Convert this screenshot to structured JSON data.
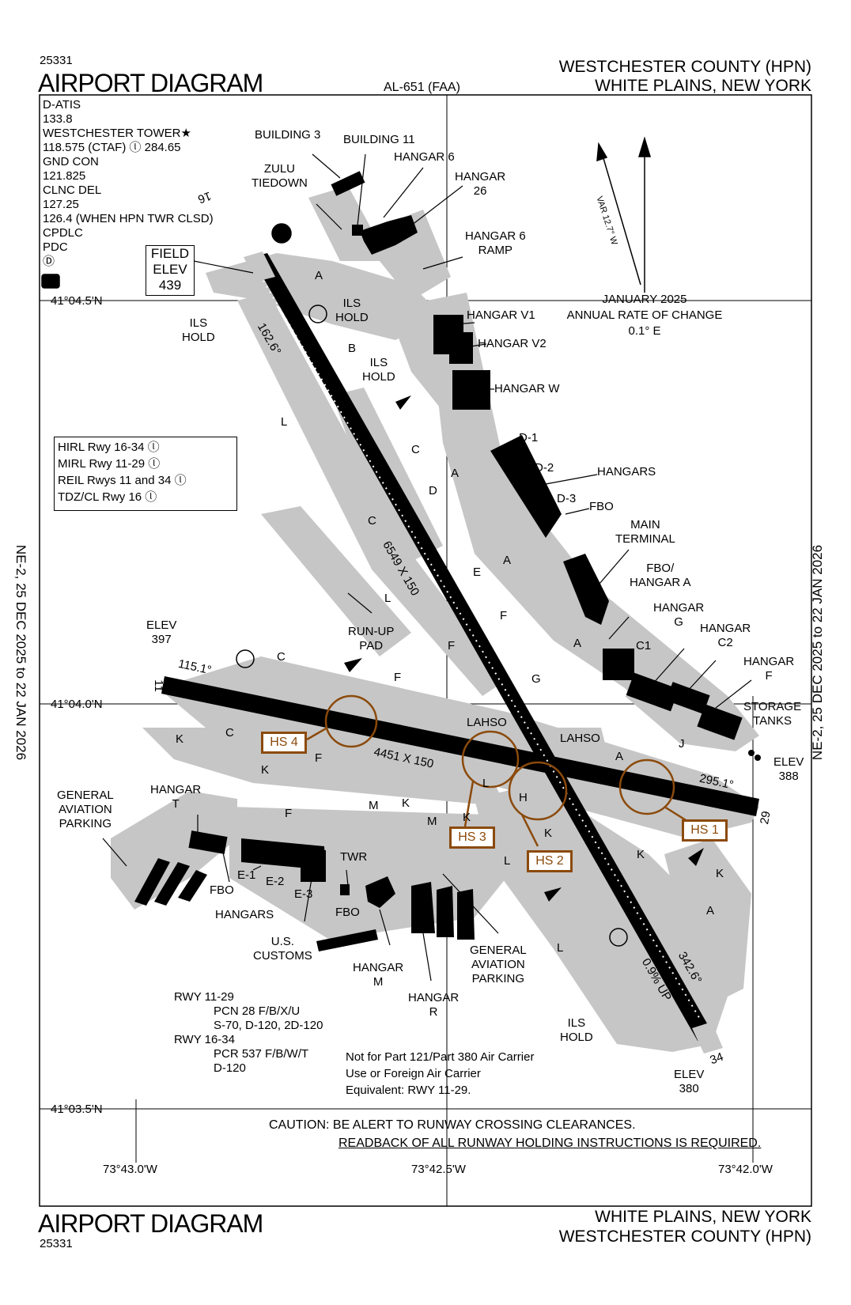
{
  "header": {
    "chart_number": "25331",
    "title": "AIRPORT DIAGRAM",
    "procedure_id": "AL-651 (FAA)",
    "airport": "WESTCHESTER COUNTY (HPN)",
    "city": "WHITE PLAINS, NEW YORK"
  },
  "footer": {
    "title": "AIRPORT DIAGRAM",
    "chart_number": "25331",
    "city": "WHITE PLAINS, NEW YORK",
    "airport": "WESTCHESTER COUNTY (HPN)"
  },
  "comms": [
    "D-ATIS",
    "133.8",
    "WESTCHESTER TOWER★",
    "118.575 (CTAF) ⓛ 284.65",
    "GND CON",
    "121.825",
    "CLNC DEL",
    "127.25",
    "126.4 (WHEN HPN TWR CLSD)",
    "CPDLC",
    "PDC",
    "Ⓓ"
  ],
  "field_elev": {
    "label1": "FIELD",
    "label2": "ELEV",
    "value": "439"
  },
  "lighting": [
    "HIRL Rwy 16-34 ⓛ",
    "MIRL Rwy 11-29 ⓛ",
    "REIL Rwys 11 and 34 ⓛ",
    "TDZ/CL Rwy 16 ⓛ"
  ],
  "edge_left": "NE-2, 25 DEC 2025 to 22 JAN 2026",
  "edge_right": "NE-2, 25 DEC 2025 to 22 JAN 2026",
  "latitudes": {
    "lat1": "41°04.5'N",
    "lat2": "41°04.0'N",
    "lat3": "41°03.5'N"
  },
  "longitudes": {
    "lon1": "73°43.0'W",
    "lon2": "73°42.5'W",
    "lon3": "73°42.0'W"
  },
  "magvar": {
    "var": "VAR 12.7° W",
    "line1": "JANUARY 2025",
    "line2": "ANNUAL RATE OF CHANGE",
    "line3": "0.1° E"
  },
  "runways": {
    "r16_34": {
      "dims": "6549 X 150",
      "hdg16": "162.6°",
      "hdg34": "342.6°",
      "end16": "16",
      "end34": "34",
      "slope": "0.9% UP"
    },
    "r11_29": {
      "dims": "4451 X 150",
      "hdg11": "115.1°",
      "hdg29": "295.1°",
      "end11": "11",
      "end29": "29"
    }
  },
  "elevations": {
    "elev11": "ELEV\n397",
    "elev29": "ELEV\n388",
    "elev34": "ELEV\n380"
  },
  "hotspots": [
    "HS 1",
    "HS 2",
    "HS 3",
    "HS 4"
  ],
  "buildings": {
    "building3": "BUILDING 3",
    "building11": "BUILDING 11",
    "hangar6": "HANGAR 6",
    "hangar26": "HANGAR\n26",
    "hangar6ramp": "HANGAR 6\nRAMP",
    "zulu": "ZULU\nTIEDOWN",
    "v1": "HANGAR V1",
    "v2": "HANGAR V2",
    "w": "HANGAR W",
    "d1": "D-1",
    "d2": "D-2",
    "d3": "D-3",
    "hangars": "HANGARS",
    "fbo": "FBO",
    "terminal": "MAIN\nTERMINAL",
    "fbo_a": "FBO/\nHANGAR A",
    "c1": "C1",
    "hangar_g": "HANGAR\nG",
    "hangar_c2": "HANGAR\nC2",
    "hangar_f": "HANGAR\nF",
    "storage": "STORAGE\nTANKS",
    "ga_parking_w": "GENERAL\nAVIATION\nPARKING",
    "hangar_t": "HANGAR\nT",
    "fbo_t": "FBO",
    "e1": "E-1",
    "e2": "E-2",
    "e3": "E-3",
    "hangars_e": "HANGARS",
    "customs": "U.S.\nCUSTOMS",
    "twr": "TWR",
    "fbo_s": "FBO",
    "hangar_m": "HANGAR\nM",
    "hangar_r": "HANGAR\nR",
    "ga_parking_s": "GENERAL\nAVIATION\nPARKING",
    "runup": "RUN-UP\nPAD",
    "lahso1": "LAHSO",
    "lahso2": "LAHSO"
  },
  "ils_holds": [
    "ILS\nHOLD",
    "ILS\nHOLD",
    "ILS\nHOLD",
    "ILS\nHOLD"
  ],
  "taxiways": [
    "A",
    "B",
    "C",
    "D",
    "E",
    "F",
    "G",
    "H",
    "J",
    "K",
    "L",
    "M"
  ],
  "pcn": [
    "RWY 11-29",
    "PCN 28 F/B/X/U",
    "S-70, D-120, 2D-120",
    "RWY 16-34",
    "PCR 537 F/B/W/T",
    "D-120"
  ],
  "note": [
    "Not for Part 121/Part 380 Air Carrier",
    "Use or Foreign Air Carrier",
    "Equivalent: RWY 11-29."
  ],
  "caution": {
    "line1": "CAUTION: BE ALERT TO RUNWAY CROSSING CLEARANCES.",
    "line2": "READBACK OF ALL RUNWAY HOLDING INSTRUCTIONS IS REQUIRED."
  },
  "colors": {
    "pavement": "#c6c6c6",
    "runway": "#000000",
    "hotspot": "#8B4A0B"
  }
}
